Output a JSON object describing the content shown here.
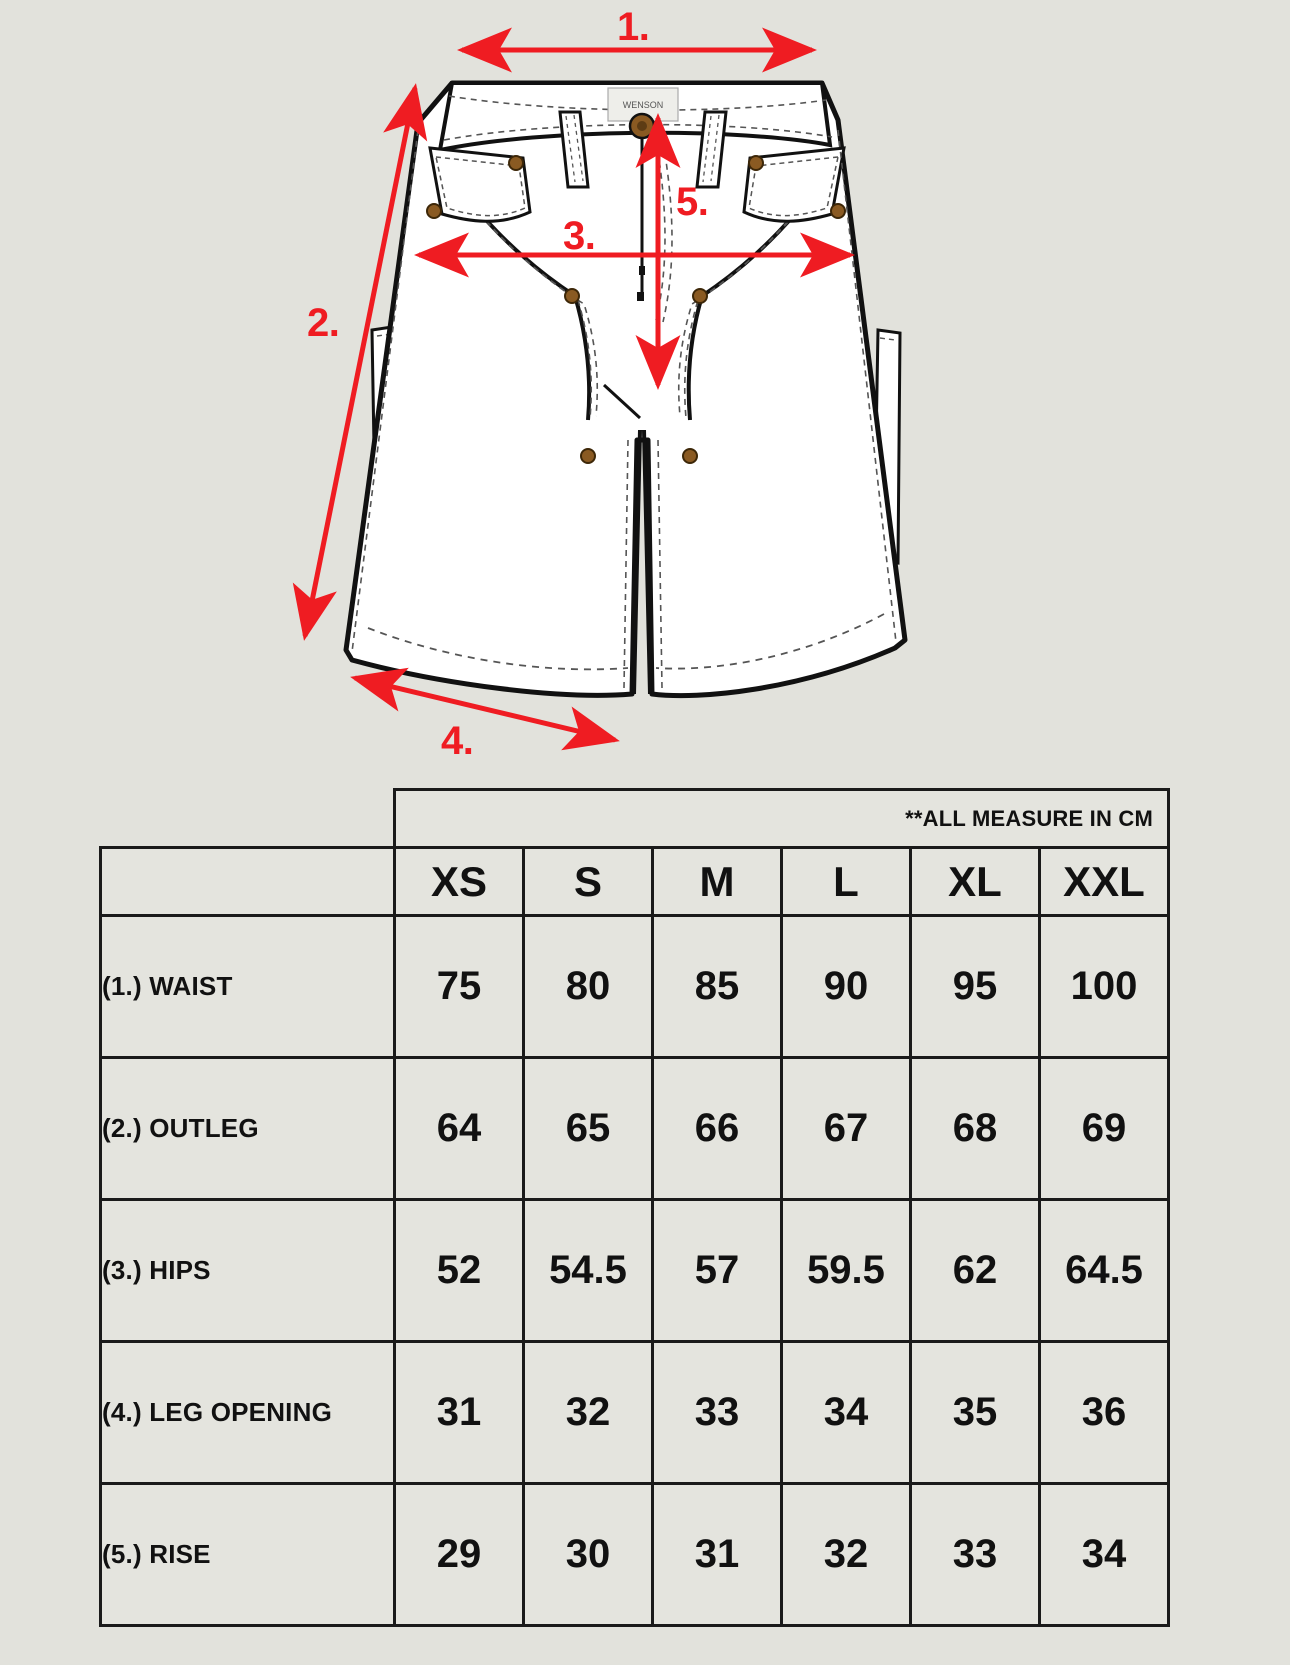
{
  "illustration": {
    "name": "carpenter-shorts-technical-flat",
    "garment": "shorts",
    "view": "front",
    "brand_label_text": "WENSON",
    "callouts": [
      {
        "id": "1",
        "label": "1.",
        "measure": "waist",
        "arrow": "horizontal-double",
        "color": "#ef1c22"
      },
      {
        "id": "2",
        "label": "2.",
        "measure": "outleg",
        "arrow": "diagonal-double",
        "color": "#ef1c22"
      },
      {
        "id": "3",
        "label": "3.",
        "measure": "hips",
        "arrow": "horizontal-double",
        "color": "#ef1c22"
      },
      {
        "id": "4",
        "label": "4.",
        "measure": "leg-opening",
        "arrow": "diagonal-double",
        "color": "#ef1c22"
      },
      {
        "id": "5",
        "label": "5.",
        "measure": "rise",
        "arrow": "vertical-double",
        "color": "#ef1c22"
      }
    ]
  },
  "table": {
    "note": "**ALL MEASURE IN CM",
    "label_column_header": "",
    "sizes": [
      "XS",
      "S",
      "M",
      "L",
      "XL",
      "XXL"
    ],
    "rows": [
      {
        "label": "(1.) WAIST",
        "values": [
          "75",
          "80",
          "85",
          "90",
          "95",
          "100"
        ]
      },
      {
        "label": "(2.) OUTLEG",
        "values": [
          "64",
          "65",
          "66",
          "67",
          "68",
          "69"
        ]
      },
      {
        "label": "(3.) HIPS",
        "values": [
          "52",
          "54.5",
          "57",
          "59.5",
          "62",
          "64.5"
        ]
      },
      {
        "label": "(4.) LEG OPENING",
        "values": [
          "31",
          "32",
          "33",
          "34",
          "35",
          "36"
        ]
      },
      {
        "label": "(5.) RISE",
        "values": [
          "29",
          "30",
          "31",
          "32",
          "33",
          "34"
        ]
      }
    ]
  },
  "colors": {
    "background": "#e2e2dc",
    "cell_background": "#e4e4de",
    "border": "#1a1a1a",
    "text": "#111111",
    "accent_red": "#ef1c22",
    "garment_fill": "#ffffff",
    "garment_outline": "#111111",
    "rivet": "#8a5a22"
  }
}
